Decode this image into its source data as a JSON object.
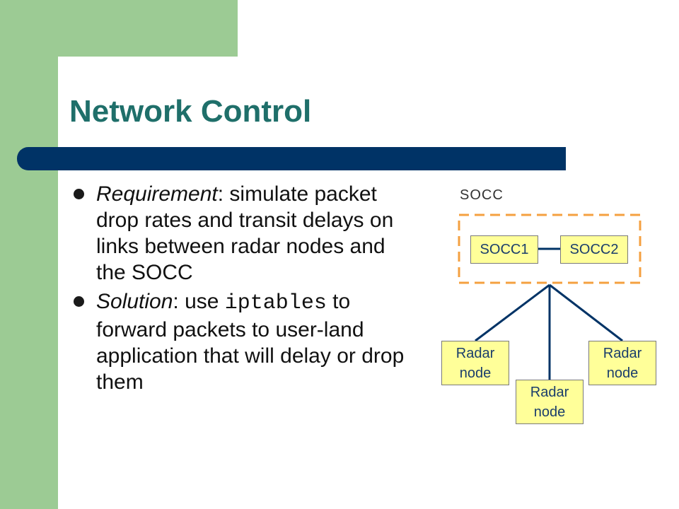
{
  "title": "Network Control",
  "bullets": [
    {
      "label": "Requirement",
      "text": ": simulate packet drop rates and transit delays on links between radar nodes and the SOCC"
    },
    {
      "label": "Solution",
      "text_before": ": use ",
      "code": "iptables",
      "text_after": " to forward packets to user-land application that will delay or drop them"
    }
  ],
  "diagram": {
    "group_label": "SOCC",
    "socc1": "SOCC1",
    "socc2": "SOCC2",
    "radar_left": "Radar node",
    "radar_middle": "Radar node",
    "radar_right": "Radar node",
    "colors": {
      "node_fill": "#ffff99",
      "line": "#003366",
      "dashed_box": "#f4a040"
    }
  }
}
